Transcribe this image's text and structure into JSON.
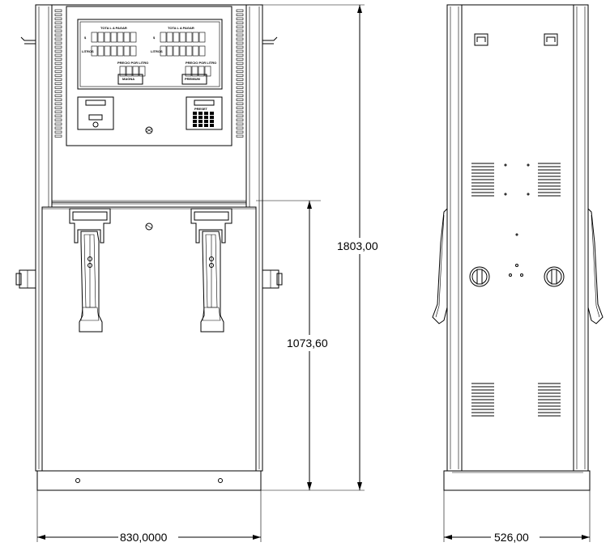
{
  "dimensions": {
    "total_height": "1803,00",
    "lower_height": "1073,60",
    "front_width": "830,0000",
    "side_width": "526,00"
  },
  "display_panel": {
    "left_header": "TOTA L A PAGAR",
    "right_header": "TOTA L A PAGAR",
    "left_row1_label": "$",
    "left_row2_label": "LITROS",
    "right_row1_label": "$",
    "right_row2_label": "LITROS",
    "left_price_label": "PRECIO POR LITRO",
    "right_price_label": "PRECIO POR LITRO",
    "left_product": "MAGNA",
    "right_product": "PREMIUM"
  },
  "keypad": {
    "label": "PRESET"
  }
}
